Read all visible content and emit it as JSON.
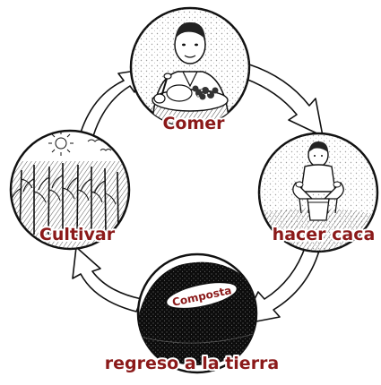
{
  "diagram": {
    "nodes": [
      {
        "id": "eat",
        "label": "Comer",
        "illustration": "boy-eating-icon"
      },
      {
        "id": "poop",
        "label": "hacer caca",
        "illustration": "boy-squatting-icon"
      },
      {
        "id": "earth",
        "label": "regreso a la tierra",
        "illustration": "compost-pile-icon",
        "badge": "Composta"
      },
      {
        "id": "grow",
        "label": "Cultivar",
        "illustration": "corn-field-icon"
      }
    ],
    "cycle": [
      "eat",
      "poop",
      "earth",
      "grow",
      "eat"
    ]
  },
  "colors": {
    "label_text": "#8b1a1a",
    "line_art": "#111111",
    "background": "#ffffff"
  }
}
